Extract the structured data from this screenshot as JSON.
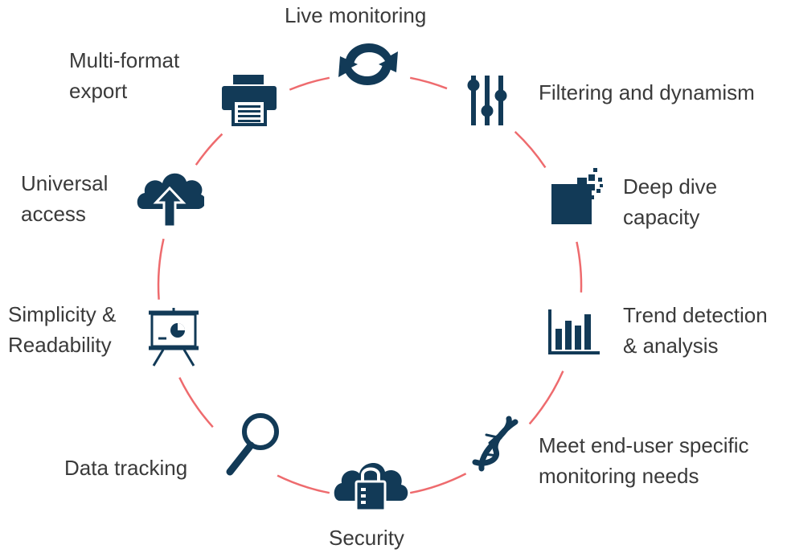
{
  "colors": {
    "ring": "#ee6b6e",
    "icon": "#123a57",
    "text": "#3a3a3a",
    "background": "#ffffff"
  },
  "features": [
    {
      "id": "live-monitoring",
      "icon": "refresh-arrows-icon",
      "label": "Live monitoring"
    },
    {
      "id": "filtering-and-dynamism",
      "icon": "sliders-icon",
      "label": "Filtering and dynamism"
    },
    {
      "id": "deep-dive-capacity",
      "icon": "pixel-zoom-icon",
      "label": "Deep dive\ncapacity"
    },
    {
      "id": "trend-detection",
      "icon": "bar-chart-icon",
      "label": "Trend detection\n& analysis"
    },
    {
      "id": "end-user-needs",
      "icon": "dna-helix-icon",
      "label": "Meet end-user specific\nmonitoring needs"
    },
    {
      "id": "security",
      "icon": "cloud-lock-icon",
      "label": "Security"
    },
    {
      "id": "data-tracking",
      "icon": "magnifier-icon",
      "label": "Data tracking"
    },
    {
      "id": "simplicity-readability",
      "icon": "presentation-board-icon",
      "label": "Simplicity &\nReadability"
    },
    {
      "id": "universal-access",
      "icon": "cloud-upload-icon",
      "label": "Universal\naccess"
    },
    {
      "id": "multi-format-export",
      "icon": "printer-icon",
      "label": "Multi-format\nexport"
    }
  ]
}
